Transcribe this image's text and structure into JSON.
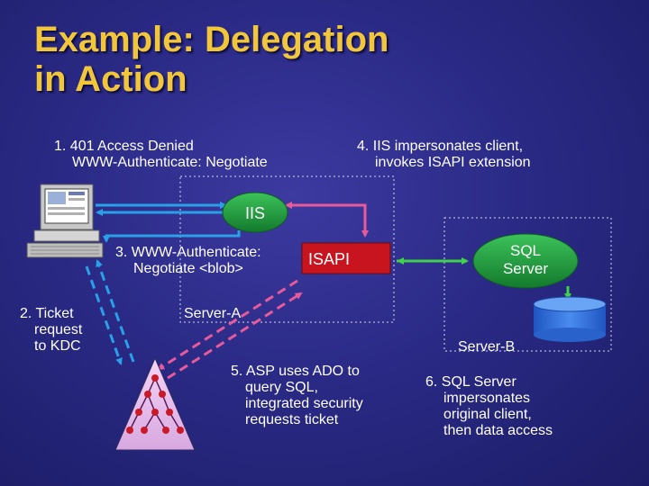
{
  "title": {
    "line1": "Example: Delegation",
    "line2": "in Action"
  },
  "steps": {
    "step1": {
      "line1": "1. 401 Access Denied",
      "line2": "WWW-Authenticate: Negotiate"
    },
    "step4": {
      "line1": "4. IIS impersonates client,",
      "line2": "invokes ISAPI extension"
    },
    "step3": {
      "line1": "3. WWW-Authenticate:",
      "line2": "Negotiate <blob>"
    },
    "step2": {
      "line1": "2. Ticket",
      "line2": "request",
      "line3": "to KDC"
    },
    "step5": {
      "line1": "5. ASP uses ADO to",
      "line2": "query SQL,",
      "line3": "integrated security",
      "line4": "requests ticket"
    },
    "step6": {
      "line1": "6. SQL Server",
      "line2": "impersonates",
      "line3": "original client,",
      "line4": "then data access"
    }
  },
  "nodes": {
    "iis": "IIS",
    "isapi": "ISAPI",
    "sql_server": {
      "line1": "SQL",
      "line2": "Server"
    },
    "server_a": "Server-A",
    "server_b": "Server-B"
  },
  "colors": {
    "title": "#f2c63a",
    "arrow_blue": "#2aa0e8",
    "arrow_pink": "#e85a9a",
    "arrow_green": "#3fd24a",
    "node_green": "#1f9a3c",
    "isapi_red": "#c8141e",
    "database_blue": "#3a7ae0"
  },
  "icons": [
    "client-computer-icon",
    "kdc-tree-icon",
    "database-icon"
  ]
}
